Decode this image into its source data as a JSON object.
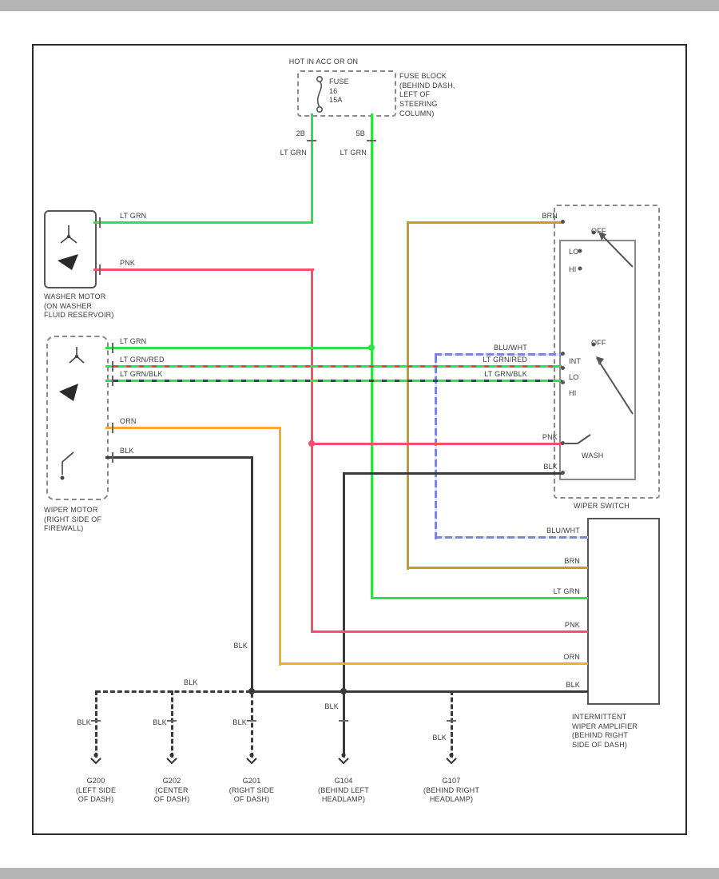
{
  "colors": {
    "lt_grn": "#2ee04a",
    "pnk": "#ff4d6a",
    "orn": "#ffa637",
    "brn": "#c99a27",
    "blu_wht": "#7b86d8",
    "blk": "#3a3a3a"
  },
  "power": {
    "hot_note": "HOT IN ACC OR ON",
    "fuse_note": "FUSE BLOCK\n(BEHIND DASH,\nLEFT OF\nSTEERING\nCOLUMN)",
    "fuse": "FUSE\n16\n15A",
    "conn_left": "2B",
    "conn_right": "5B"
  },
  "components": {
    "washer_motor": "WASHER MOTOR\n(ON WASHER\nFLUID RESERVOIR)",
    "wiper_motor": "WIPER MOTOR\n(RIGHT SIDE OF\nFIREWALL)",
    "wiper_switch": "WIPER SWITCH",
    "amplifier": "INTERMITTENT\nWIPER AMPLIFIER\n(BEHIND RIGHT\nSIDE OF DASH)"
  },
  "switch": {
    "upper_off": "OFF",
    "upper_lo": "LO",
    "upper_hi": "HI",
    "lower_off": "OFF",
    "lower_int": "INT",
    "lower_lo": "LO",
    "lower_hi": "HI",
    "wash": "WASH"
  },
  "wire_labels": {
    "lt_grn": "LT GRN",
    "pnk": "PNK",
    "orn": "ORN",
    "blk": "BLK",
    "brn": "BRN",
    "blu_wht": "BLU/WHT",
    "lt_grn_red": "LT GRN/RED",
    "lt_grn_blk": "LT GRN/BLK"
  },
  "grounds": {
    "g200": "G200\n(LEFT SIDE\nOF DASH)",
    "g202": "G202\n(CENTER\nOF DASH)",
    "g201": "G201\n(RIGHT SIDE\nOF DASH)",
    "g104": "G104\n(BEHIND LEFT\nHEADLAMP)",
    "g107": "G107\n(BEHIND RIGHT\nHEADLAMP)"
  }
}
